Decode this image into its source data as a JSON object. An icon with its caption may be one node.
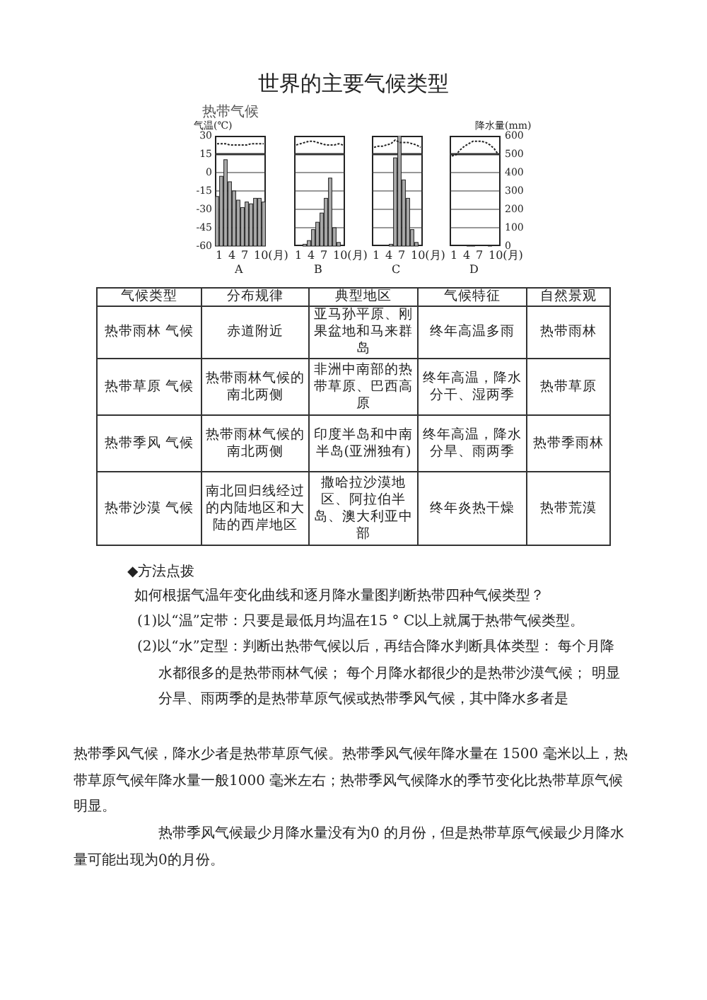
{
  "diagram": {
    "title": "世界的主要气候类型",
    "labels": [
      "热带气候",
      "气温(℃)",
      "降水量(mm)",
      "30",
      "15",
      "0",
      "-15",
      "-30",
      "-45",
      "-60",
      "600",
      "500",
      "400",
      "300",
      "200",
      "100",
      "0",
      "1",
      "4",
      "7",
      "10(月)",
      "A",
      "1",
      "4",
      "7",
      "10(月)",
      "B",
      "1",
      "4",
      "7",
      "10(月)",
      "C",
      "1",
      "4",
      "7",
      "10(月)",
      "D",
      "气候类型",
      "分布规律",
      "典型地区",
      "气候特征",
      "自然景观",
      "热带雨林 气候",
      "赤道附近",
      "亚马孙平原、刚果盆地和马来群岛",
      "终年高温多雨",
      "热带雨林",
      "热带草原 气候",
      "热带雨林气候的南北两侧",
      "非洲中南部的热带草原、巴西高原",
      "终年高温，降水分干、湿两季",
      "热带草原",
      "热带季风 气候",
      "热带雨林气候的南北两侧",
      "印度半岛和中南半岛(亚洲独有)",
      "终年高温，降水分旱、雨两季",
      "热带季雨林",
      "热带沙漠 气候",
      "南北回归线经过的内陆地区和大陆的西岸地区",
      "撒哈拉沙漠地区、阿拉伯半岛、澳大利亚中部",
      "终年炎热干燥",
      "热带荒漠",
      "◆方法点拨",
      "如何根据气温年变化曲线和逐月降水量图判断热带四种气候类型？",
      "(1)以“温”定带：只要是最低月均温在15 ° C以上就属于热带气候类型。",
      "(2)以“水”定型：判断出热带气候以后，再结合降水判断具体类型： 每个月降水都很多的是热带雨林气候； 每个月降水都很少的是热带沙漠气候； 明显分旱、雨两季的是热带草原气候或热带季风气候，其中降水多者是",
      "热带季风气候，降水少者是热带草原气候。热带季风气候年降水量在 1500 毫米以上，热带草原气候年降水量一般1000 毫米左右；热带季风气候降水的季节变化比热带草原气候明显。",
      "热带季风气候最少月降水量没有为0 的月份，但是热带草原气候最少月降水量可能出现为0的月份。"
    ]
  }
}
